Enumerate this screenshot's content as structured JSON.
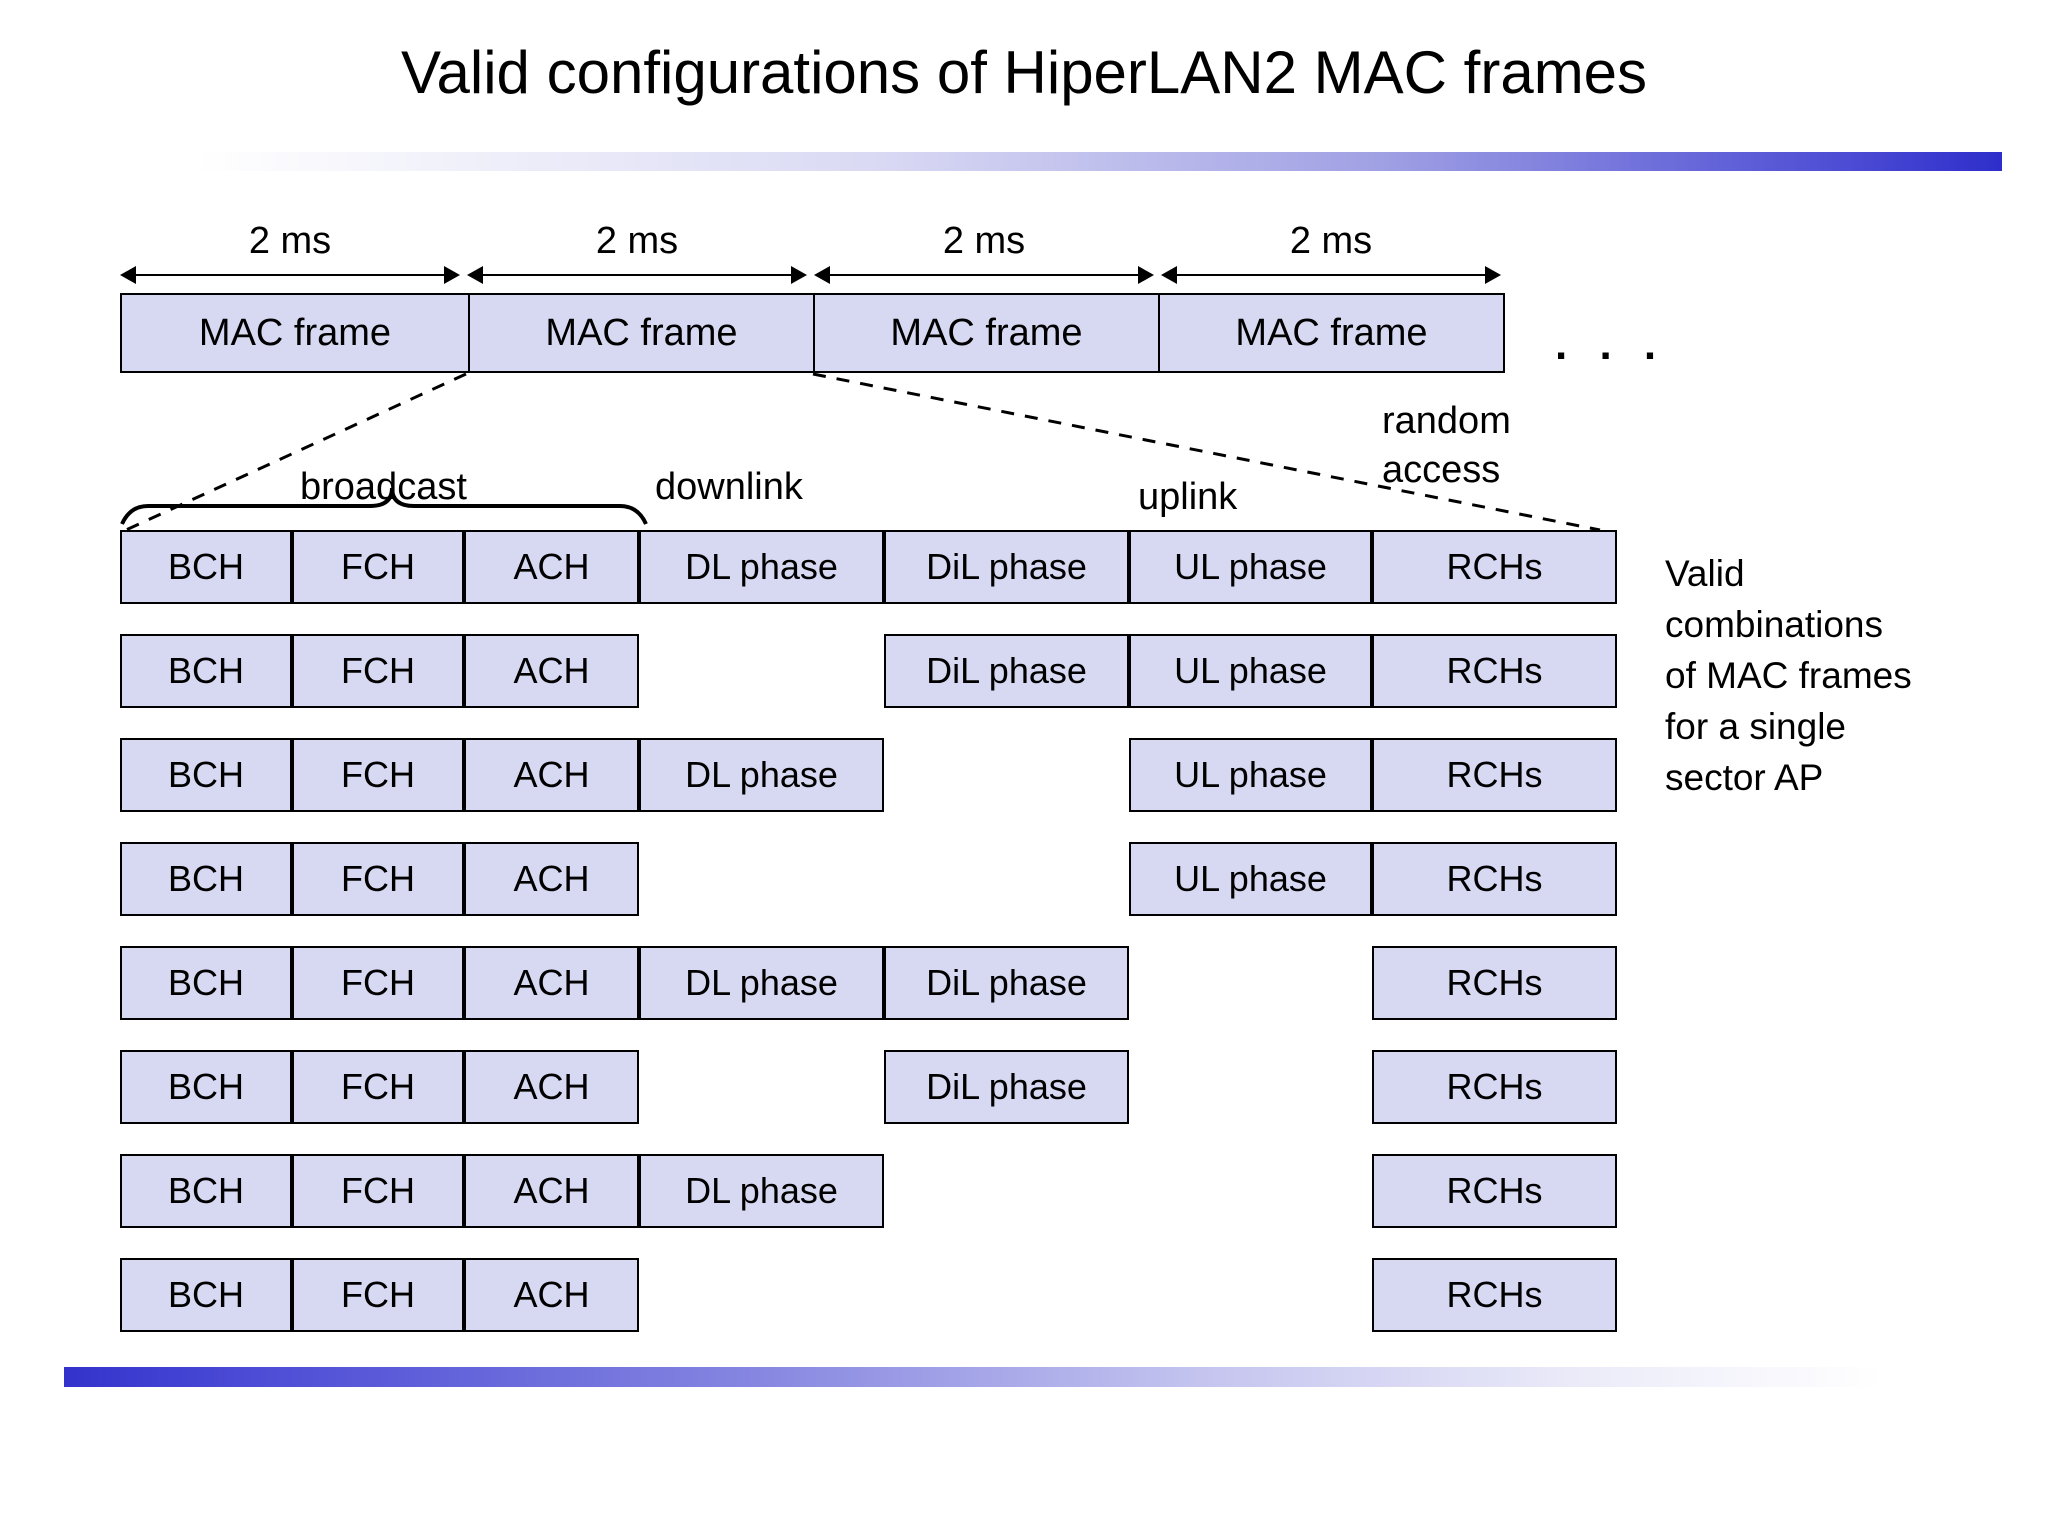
{
  "title": "Valid configurations of HiperLAN2 MAC frames",
  "colors": {
    "box_fill": "#d7d8f2",
    "box_border": "#000000",
    "accent_blue": "#3333cc",
    "background": "#ffffff"
  },
  "timeline": {
    "tick_labels": [
      "2 ms",
      "2 ms",
      "2 ms",
      "2 ms"
    ],
    "frames": [
      "MAC frame",
      "MAC frame",
      "MAC frame",
      "MAC frame"
    ],
    "continuation": ". . ."
  },
  "phase_labels": {
    "broadcast": "broadcast",
    "downlink": "downlink",
    "uplink": "uplink",
    "random_access_line1": "random",
    "random_access_line2": "access"
  },
  "caption": {
    "line1": "Valid",
    "line2": "combinations",
    "line3": "of MAC frames",
    "line4": "for a single",
    "line5": "sector AP"
  },
  "channels": {
    "bch": "BCH",
    "fch": "FCH",
    "ach": "ACH",
    "dl": "DL phase",
    "dil": "DiL phase",
    "ul": "UL phase",
    "rchs": "RCHs"
  },
  "combinations": [
    {
      "bch": "BCH",
      "fch": "FCH",
      "ach": "ACH",
      "dl": "DL phase",
      "dil": "DiL phase",
      "ul": "UL phase",
      "rchs": "RCHs"
    },
    {
      "bch": "BCH",
      "fch": "FCH",
      "ach": "ACH",
      "dl": "",
      "dil": "DiL phase",
      "ul": "UL phase",
      "rchs": "RCHs"
    },
    {
      "bch": "BCH",
      "fch": "FCH",
      "ach": "ACH",
      "dl": "DL phase",
      "dil": "",
      "ul": "UL phase",
      "rchs": "RCHs"
    },
    {
      "bch": "BCH",
      "fch": "FCH",
      "ach": "ACH",
      "dl": "",
      "dil": "",
      "ul": "UL phase",
      "rchs": "RCHs"
    },
    {
      "bch": "BCH",
      "fch": "FCH",
      "ach": "ACH",
      "dl": "DL phase",
      "dil": "DiL phase",
      "ul": "",
      "rchs": "RCHs"
    },
    {
      "bch": "BCH",
      "fch": "FCH",
      "ach": "ACH",
      "dl": "",
      "dil": "DiL phase",
      "ul": "",
      "rchs": "RCHs"
    },
    {
      "bch": "BCH",
      "fch": "FCH",
      "ach": "ACH",
      "dl": "DL phase",
      "dil": "",
      "ul": "",
      "rchs": "RCHs"
    },
    {
      "bch": "BCH",
      "fch": "FCH",
      "ach": "ACH",
      "dl": "",
      "dil": "",
      "ul": "",
      "rchs": "RCHs"
    }
  ]
}
